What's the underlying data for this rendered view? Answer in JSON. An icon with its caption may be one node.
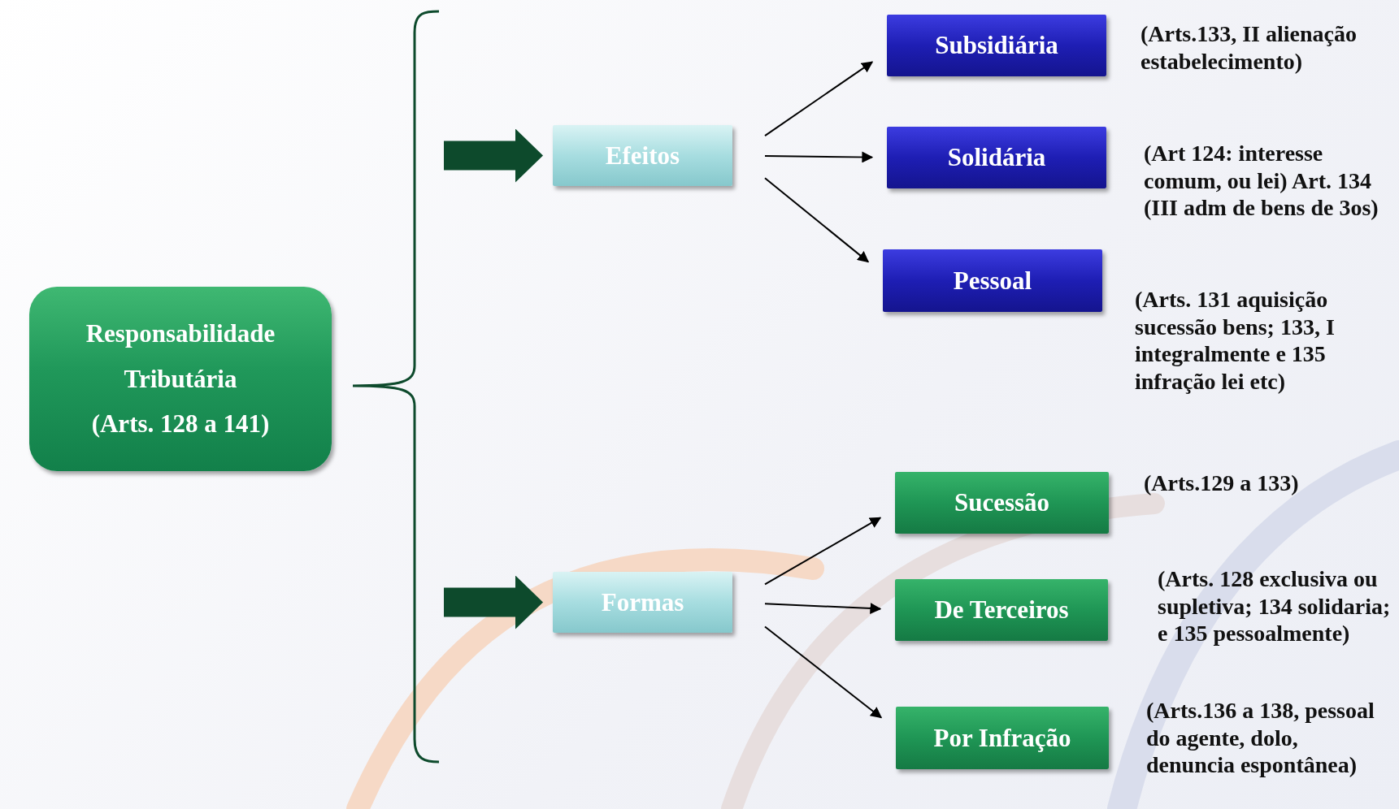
{
  "diagram": {
    "nodes": [
      {
        "text": [
          "Responsabilidade Tributária",
          "(Arts. 128 a 141)"
        ]
      },
      {
        "text": [
          "Efeitos"
        ]
      },
      {
        "text": [
          "Subsidiária"
        ],
        "beside": [
          "(Arts.133, II alienação estabelecimento)"
        ]
      },
      {
        "text": [
          "Solidária"
        ],
        "beside": [
          "(Art 124: interesse comum, ou lei) Art. 134 (III adm de bens de 3os)"
        ]
      },
      {
        "text": [
          "Pessoal"
        ],
        "beside": [
          "(Arts. 131 aquisição sucessão bens; 133, I integralmente e 135 infração lei etc)"
        ]
      },
      {
        "text": [
          "Formas"
        ]
      },
      {
        "text": [
          "Sucessão"
        ],
        "beside": [
          "(Arts.129 a 133)"
        ]
      },
      {
        "text": [
          "De Terceiros"
        ],
        "beside": [
          "(Arts. 128 exclusiva ou supletiva;  134 solidaria; e 135 pessoalmente)"
        ]
      },
      {
        "text": [
          "Por Infração"
        ],
        "beside": [
          "(Arts.136 a 138, pessoal do agente, dolo, denuncia espontânea)"
        ]
      },
      {
        "text": [],
        "shape": "brace"
      }
    ],
    "edges": [
      {
        "from": 9,
        "to": 1,
        "arrow": "to",
        "style": "thick",
        "color": "#0d4a2c"
      },
      {
        "from": 9,
        "to": 5,
        "arrow": "to",
        "style": "thick",
        "color": "#0d4a2c"
      },
      {
        "from": 1,
        "to": 2,
        "arrow": "to"
      },
      {
        "from": 1,
        "to": 3,
        "arrow": "to"
      },
      {
        "from": 1,
        "to": 4,
        "arrow": "to"
      },
      {
        "from": 5,
        "to": 6,
        "arrow": "to"
      },
      {
        "from": 5,
        "to": 7,
        "arrow": "to"
      },
      {
        "from": 5,
        "to": 8,
        "arrow": "to"
      }
    ]
  }
}
